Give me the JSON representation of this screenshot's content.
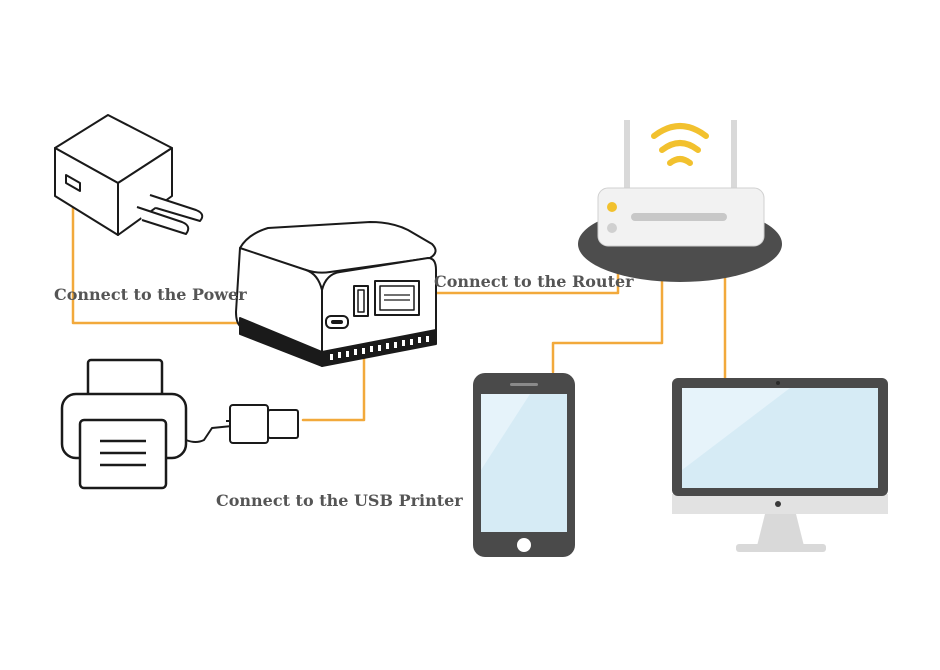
{
  "labels": {
    "power": "Connect to the Power",
    "router": "Connect to the Router",
    "usb_printer": "Connect to the USB Printer"
  },
  "colors": {
    "cable": "#f2a93b",
    "outline": "#1a1a1a",
    "label_text": "#555555",
    "screen": "#d6ebf5",
    "device_dark": "#4a4a4a",
    "router_base": "#4d4d4d",
    "router_body": "#f2f2f2",
    "wifi": "#f2c12e",
    "monitor_stand": "#d9d9d9"
  },
  "icons": [
    "power-adapter-icon",
    "print-server-icon",
    "printer-icon",
    "usb-plug-icon",
    "router-icon",
    "wifi-signal-icon",
    "smartphone-icon",
    "desktop-monitor-icon"
  ]
}
